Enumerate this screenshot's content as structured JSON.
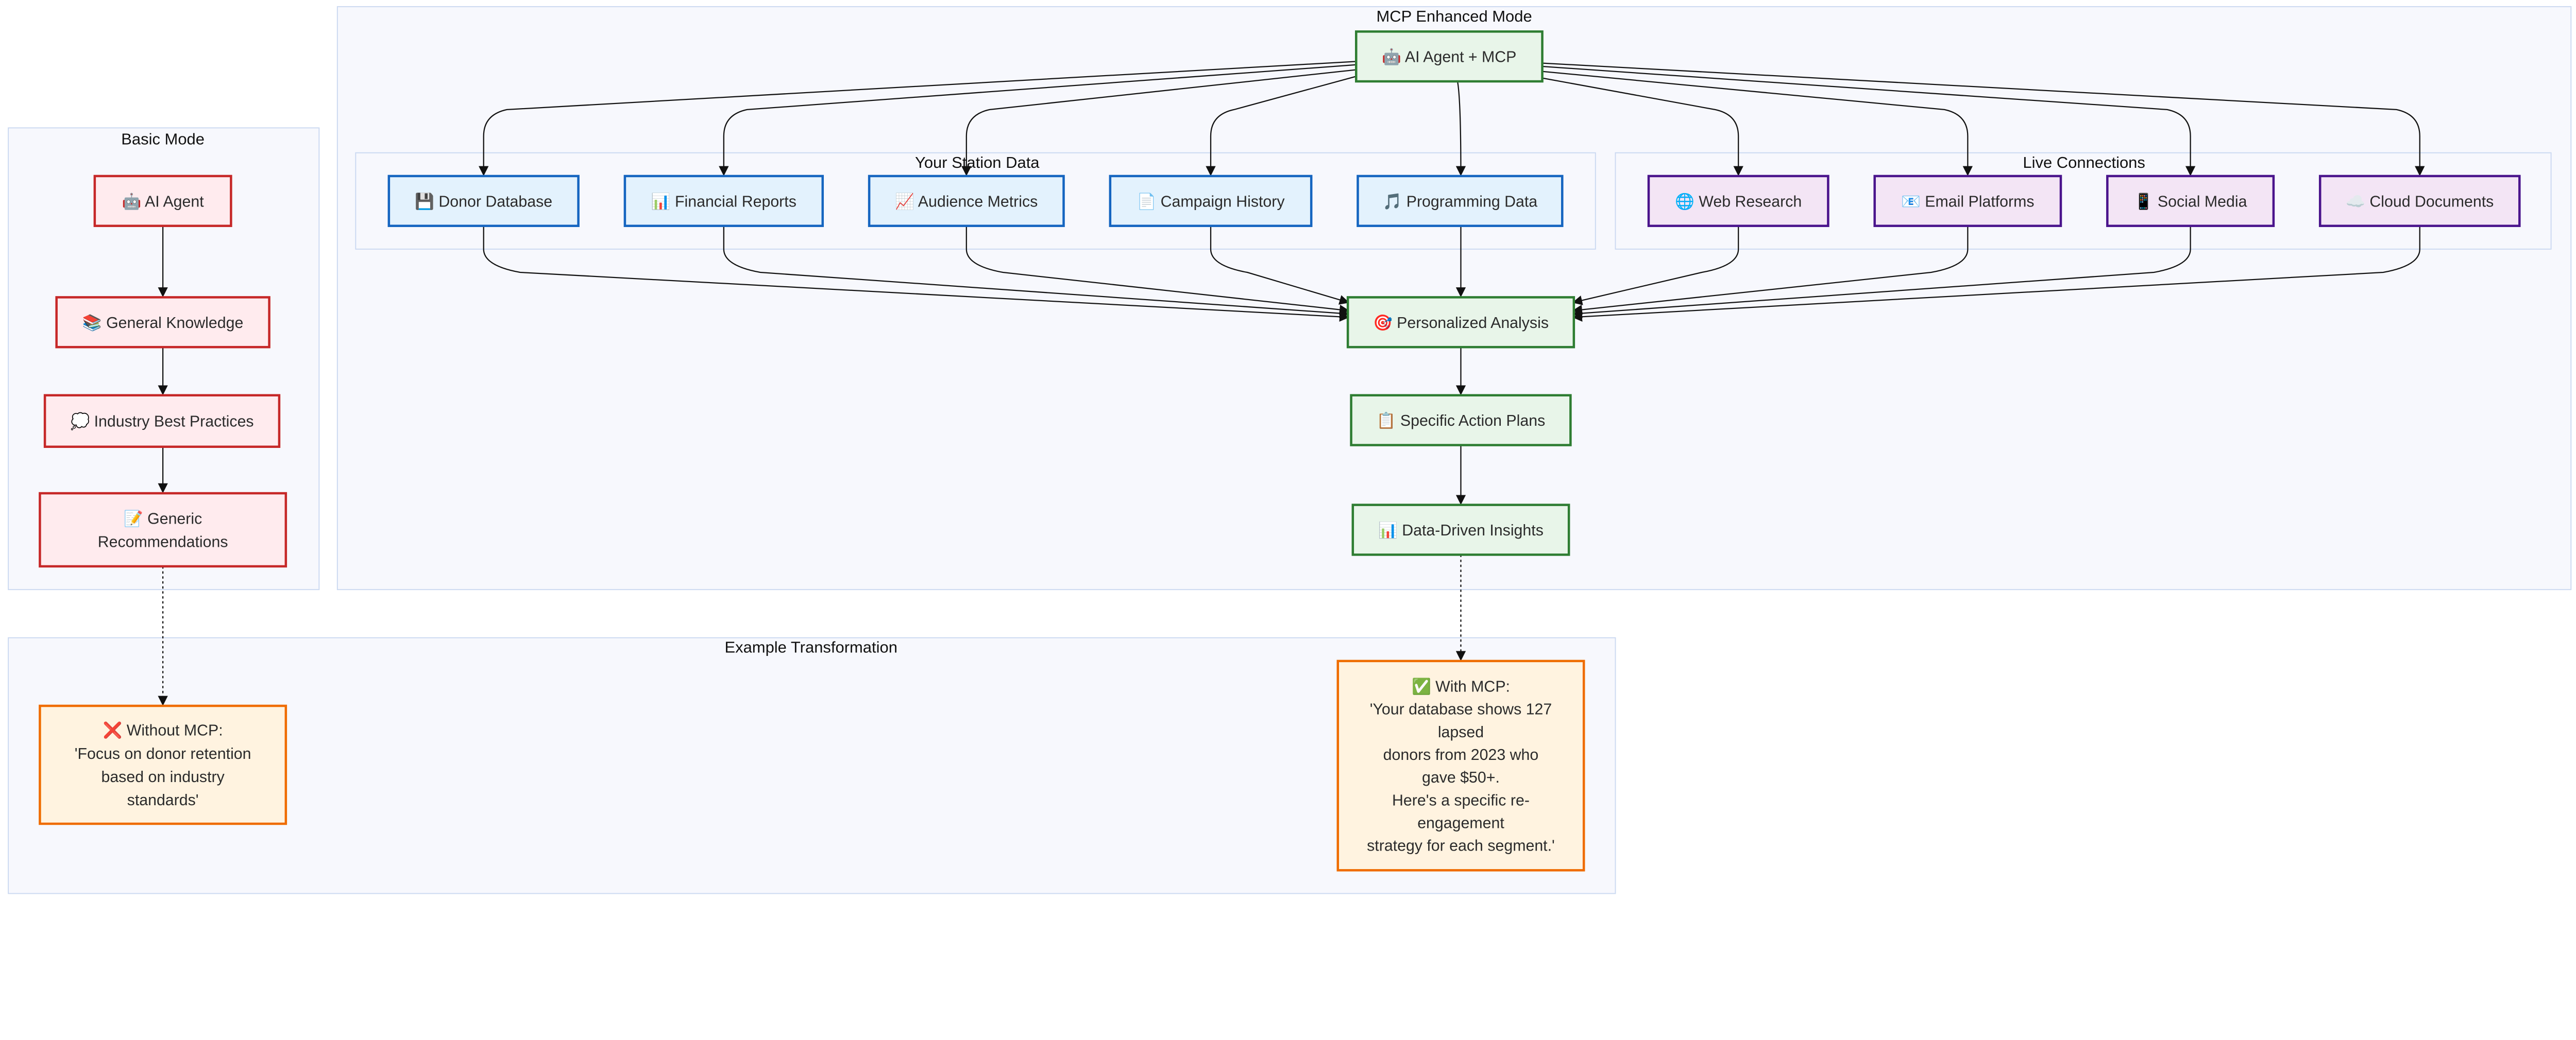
{
  "clusters": {
    "basic": "Basic Mode",
    "mcp": "MCP Enhanced Mode",
    "station": "Your Station Data",
    "live": "Live Connections",
    "example": "Example Transformation"
  },
  "nodes": {
    "ai_agent": {
      "icon": "robot-icon",
      "lines": [
        "🤖 AI Agent"
      ]
    },
    "general_knowledge": {
      "icon": "books-icon",
      "lines": [
        "📚 General Knowledge"
      ]
    },
    "industry_best_practices": {
      "icon": "thought-bubble-icon",
      "lines": [
        "💭 Industry Best Practices"
      ]
    },
    "generic_recommendations": {
      "icon": "memo-icon",
      "lines": [
        "📝 Generic",
        "Recommendations"
      ]
    },
    "without_mcp": {
      "icon": "cross-mark-icon",
      "lines": [
        "❌ Without MCP:",
        "'Focus on donor retention",
        "based on industry",
        "standards'"
      ]
    },
    "ai_agent_mcp": {
      "icon": "robot-icon",
      "lines": [
        "🤖 AI Agent + MCP"
      ]
    },
    "donor_database": {
      "icon": "floppy-disk-icon",
      "lines": [
        "💾 Donor Database"
      ]
    },
    "financial_reports": {
      "icon": "bar-chart-icon",
      "lines": [
        "📊 Financial Reports"
      ]
    },
    "audience_metrics": {
      "icon": "trend-up-icon",
      "lines": [
        "📈 Audience Metrics"
      ]
    },
    "campaign_history": {
      "icon": "document-icon",
      "lines": [
        "📄 Campaign History"
      ]
    },
    "programming_data": {
      "icon": "music-note-icon",
      "lines": [
        "🎵 Programming Data"
      ]
    },
    "web_research": {
      "icon": "globe-icon",
      "lines": [
        "🌐 Web Research"
      ]
    },
    "email_platforms": {
      "icon": "email-icon",
      "lines": [
        "📧 Email Platforms"
      ]
    },
    "social_media": {
      "icon": "mobile-phone-icon",
      "lines": [
        "📱 Social Media"
      ]
    },
    "cloud_documents": {
      "icon": "cloud-icon",
      "lines": [
        "☁️ Cloud Documents"
      ]
    },
    "personalized_analysis": {
      "icon": "target-icon",
      "lines": [
        "🎯 Personalized Analysis"
      ]
    },
    "specific_action_plans": {
      "icon": "clipboard-icon",
      "lines": [
        "📋 Specific Action Plans"
      ]
    },
    "data_driven_insights": {
      "icon": "bar-chart-icon",
      "lines": [
        "📊 Data-Driven Insights"
      ]
    },
    "with_mcp": {
      "icon": "check-mark-icon",
      "lines": [
        "✅ With MCP:",
        "'Your database shows 127",
        "lapsed",
        "donors from 2023 who",
        "gave $50+.",
        "Here's a specific re-",
        "engagement",
        "strategy for each segment.'"
      ]
    }
  },
  "colors": {
    "basic_fill": "#ffebee",
    "basic_stroke": "#c62828",
    "station_fill": "#e3f2fd",
    "station_stroke": "#1565c0",
    "live_fill": "#f3e5f5",
    "live_stroke": "#4a148c",
    "mcp_fill": "#e8f5e9",
    "mcp_stroke": "#2e7d32",
    "example_fill": "#fff3e0",
    "example_stroke": "#ef6c00"
  }
}
